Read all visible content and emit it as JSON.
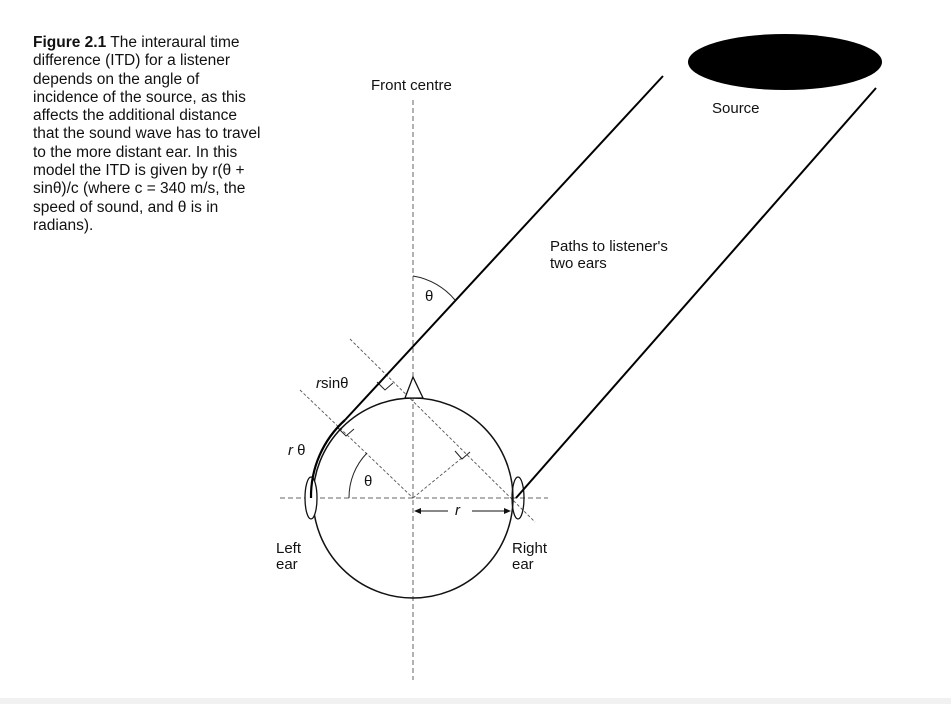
{
  "caption": {
    "figure_label": "Figure 2.1",
    "text": "The interaural time difference (ITD) for a listener depends on the angle of incidence of the source, as this affects the additional distance that the sound wave has to travel to the more distant ear. In this model the ITD is given by r(θ + sinθ)/c (where c = 340 m/s, the speed of sound, and θ is in radians)."
  },
  "diagram": {
    "front_centre": "Front centre",
    "source": "Source",
    "paths_line1": "Paths to listener's",
    "paths_line2": "two ears",
    "theta_top": "θ",
    "theta_left": "θ",
    "r_sin_theta_r": "r",
    "r_sin_theta_rest": "sinθ",
    "r_theta_r": "r",
    "r_theta_theta": " θ",
    "radius": "r",
    "left_ear_1": "Left",
    "left_ear_2": "ear",
    "right_ear_1": "Right",
    "right_ear_2": "ear"
  }
}
